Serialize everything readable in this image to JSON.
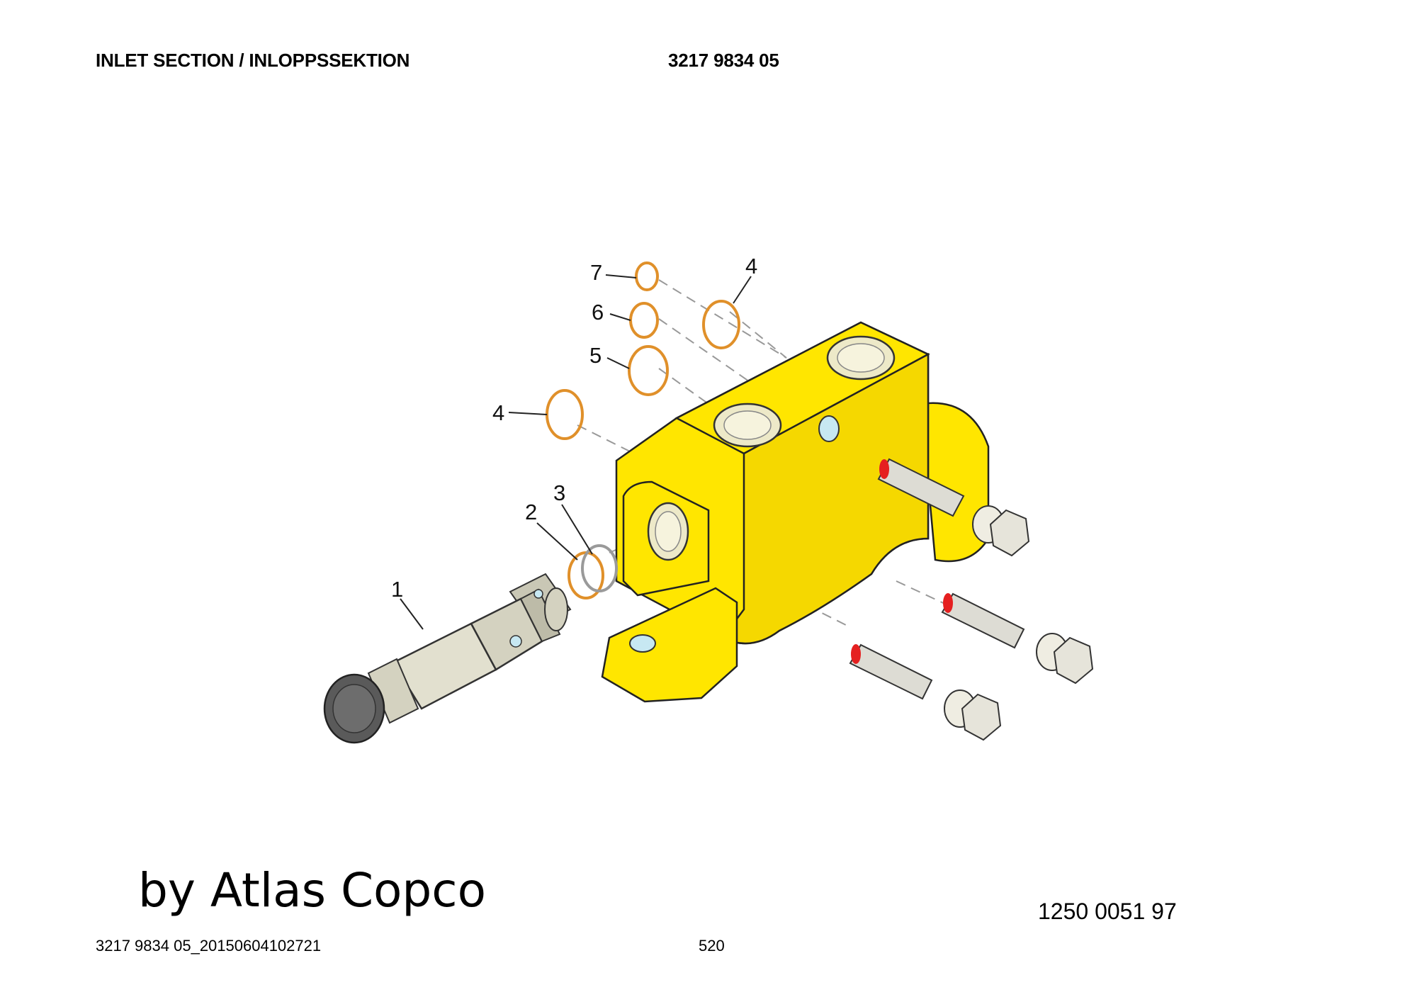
{
  "header": {
    "title": "INLET SECTION / INLOPPSSEKTION",
    "doc_number": "3217 9834 05"
  },
  "callouts": [
    "1",
    "2",
    "3",
    "4",
    "5",
    "6",
    "7",
    "4"
  ],
  "footer": {
    "brand": "by Atlas Copco",
    "drawing_number": "1250 0051 97",
    "file_id": "3217 9834 05_20150604102721",
    "page_number": "520"
  },
  "colors": {
    "body": "#FFE600",
    "seal": "#F4A340",
    "metal": "#D9D7C6",
    "knob": "#555555",
    "port_highlight": "#C7E8F2"
  }
}
